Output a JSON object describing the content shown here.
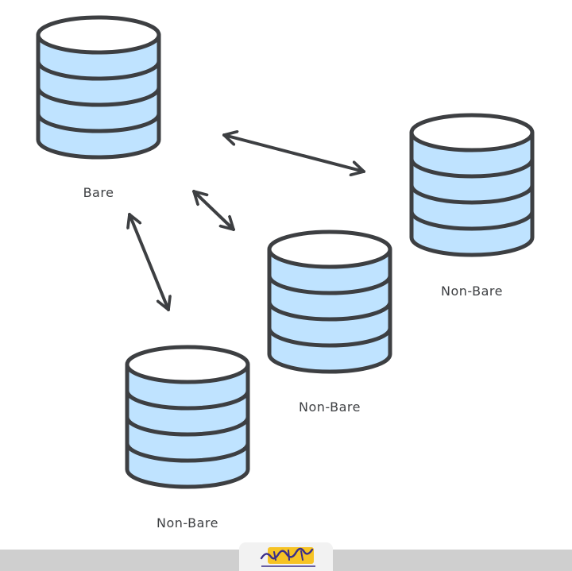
{
  "nodes": [
    {
      "id": "bare",
      "label": "Bare"
    },
    {
      "id": "nonbare-right",
      "label": "Non-Bare"
    },
    {
      "id": "nonbare-center",
      "label": "Non-Bare"
    },
    {
      "id": "nonbare-bottom",
      "label": "Non-Bare"
    }
  ],
  "colors": {
    "cylinder_fill": "#bfe3ff",
    "cylinder_top": "#ffffff",
    "stroke": "#3d3f42",
    "arrow": "#3d3f42",
    "footer": "#cfcfcf",
    "logo_yellow": "#f6c324",
    "logo_purple": "#3a2e8a"
  },
  "watermark": {
    "icon": "publisher-logo-icon"
  }
}
